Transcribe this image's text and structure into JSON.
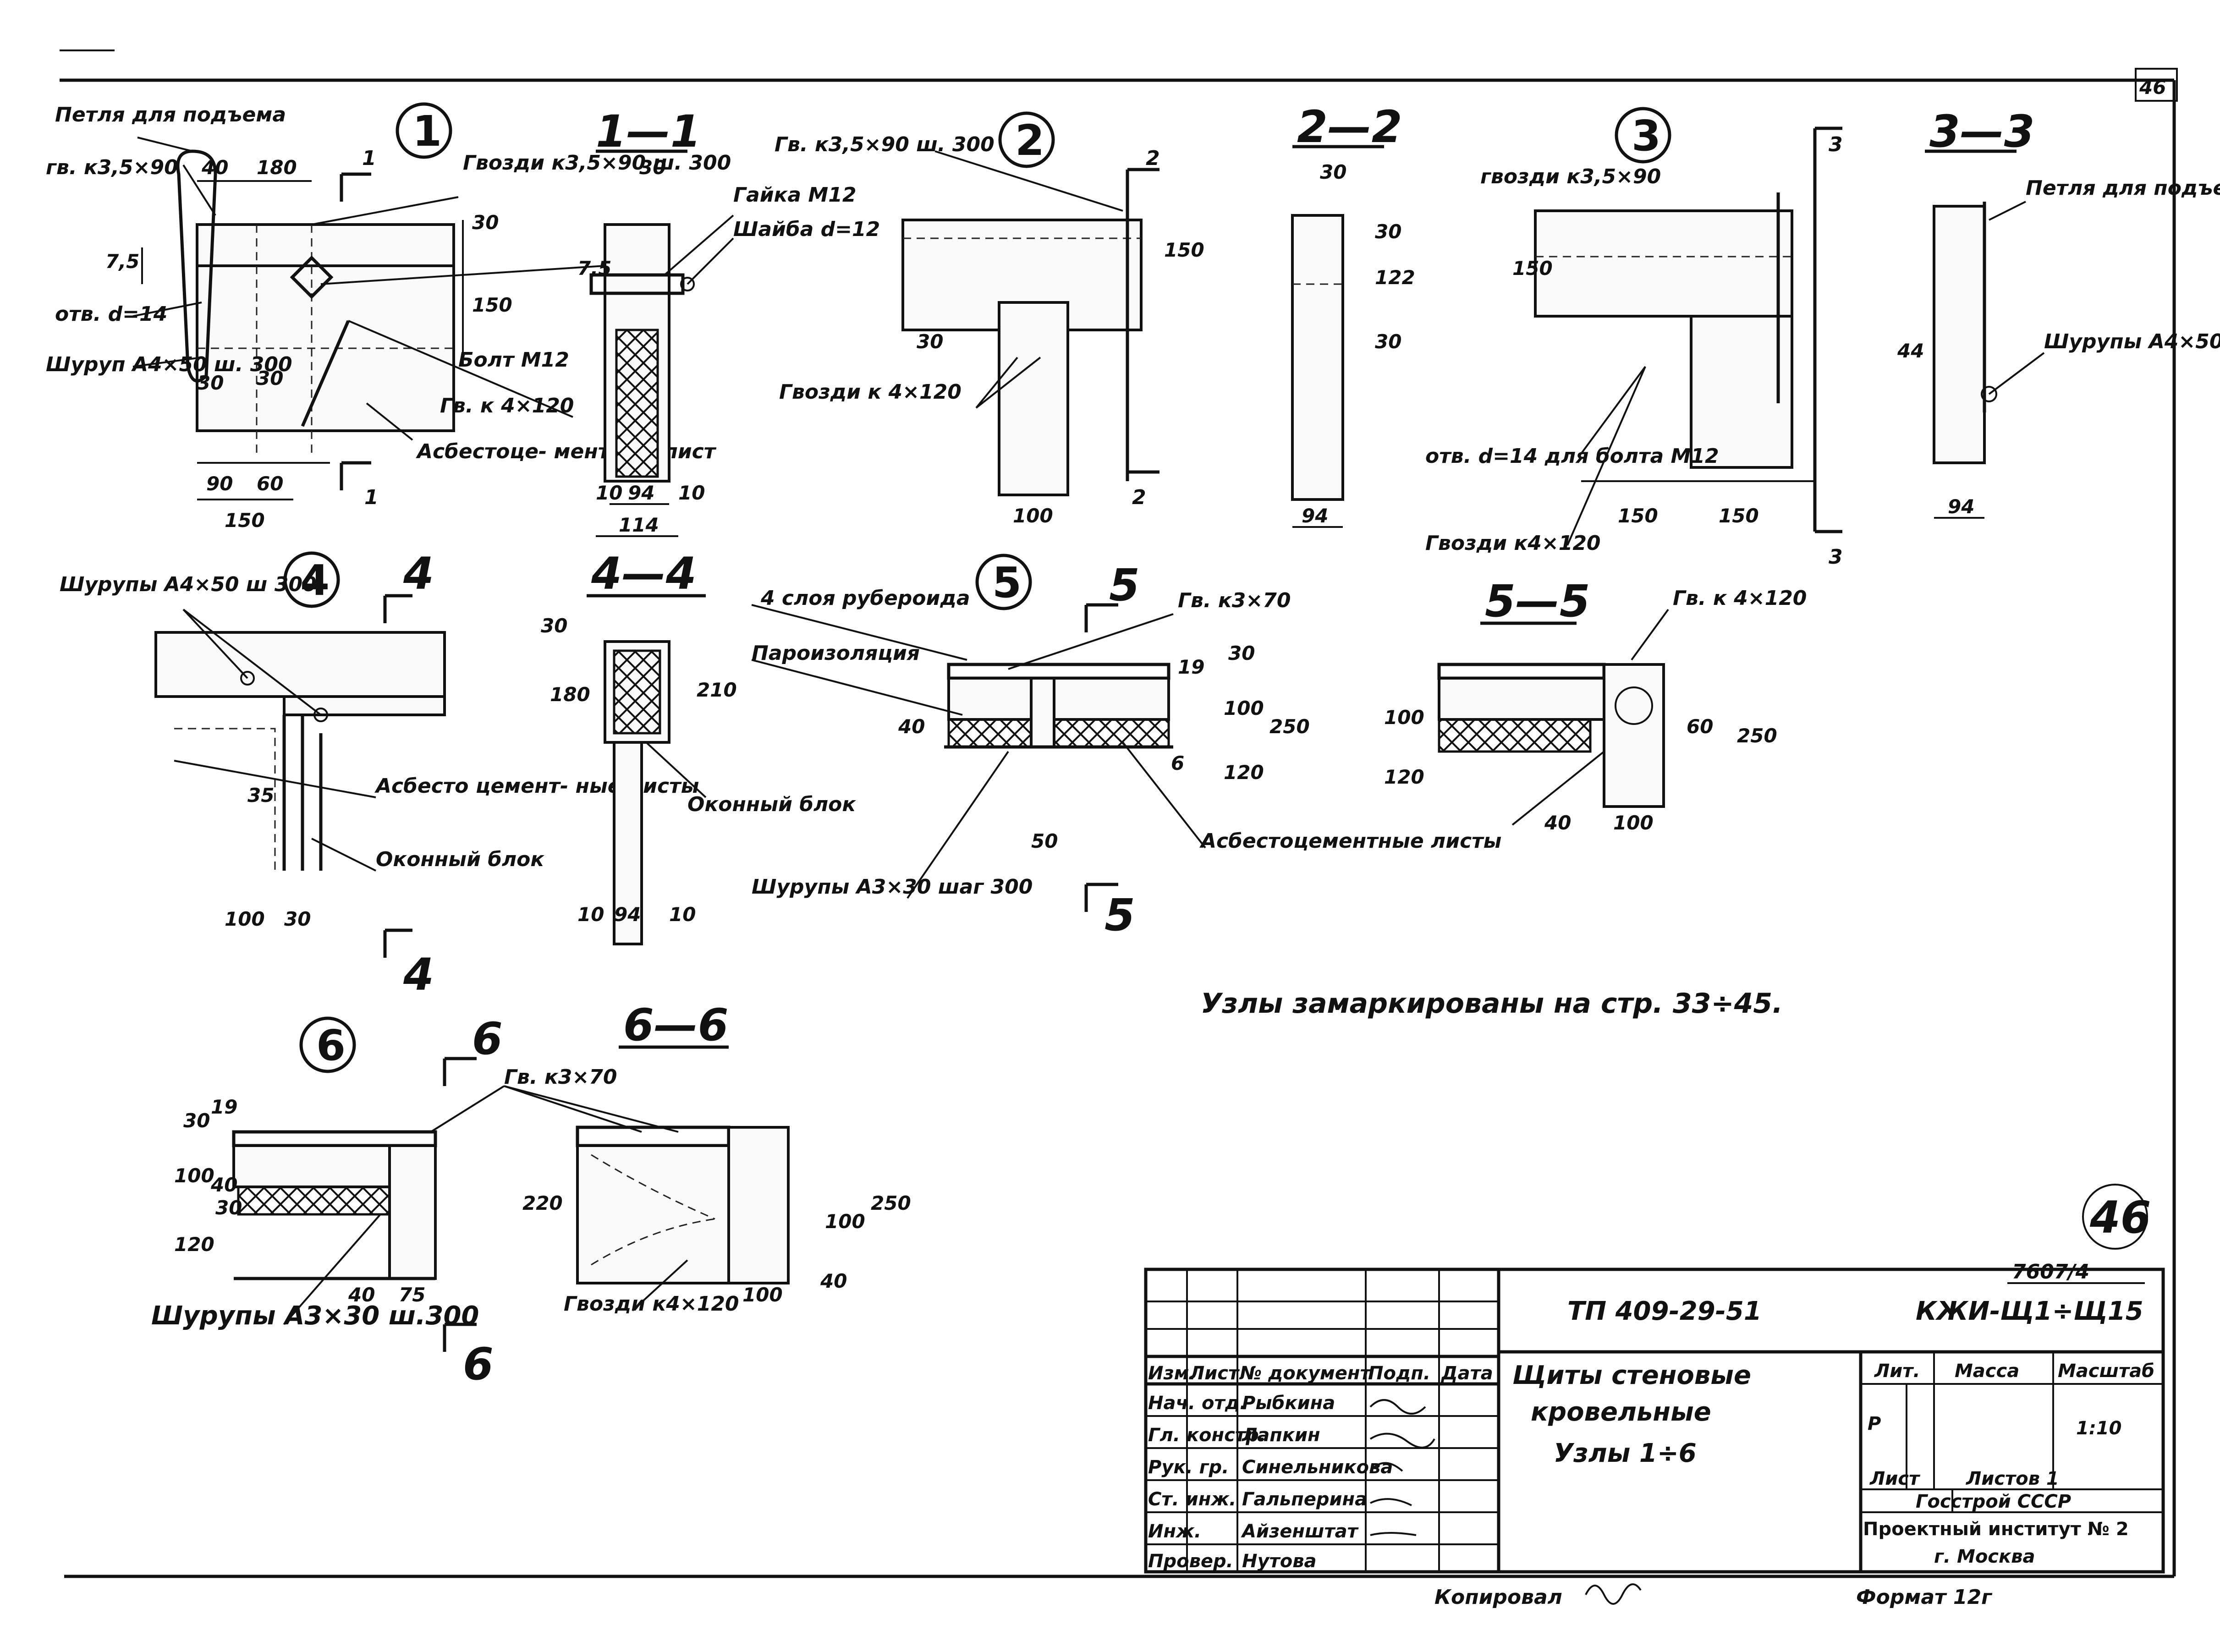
{
  "sheet": {
    "corner_mark": "46",
    "sheet_number": "46",
    "album_code": "7607/4",
    "note": "Узлы замаркированы на стр. 33÷45.",
    "copied_by": "Копировал",
    "format": "Формат 12г"
  },
  "nodes": {
    "n1": "1",
    "n2": "2",
    "n3": "3",
    "n4": "4",
    "n5": "5",
    "n6": "6"
  },
  "sections": {
    "s1": "1—1",
    "s2": "2—2",
    "s3": "3—3",
    "s4": "4—4",
    "s5": "5—5",
    "s6": "6—6"
  },
  "cut_marks": {
    "c1a": "1",
    "c1b": "1",
    "c2a": "2",
    "c2b": "2",
    "c3a": "3",
    "c3b": "3",
    "c4a": "4",
    "c4b": "4",
    "c5a": "5",
    "c5b": "5",
    "c6a": "6",
    "c6b": "6"
  },
  "labels": {
    "petlya_1": "Петля для подъема",
    "gv_35x90_1": "гв. к3,5×90",
    "gvozdi_1": "Гвозди к3,5×90 ш. 300",
    "otv_14": "отв. d=14",
    "shurup_1": "Шуруп А4×50 ш. 300",
    "bolt": "Болт М12",
    "gv_4x120_1": "Гв. к 4×120",
    "asbest_1": "Асбестоце- ментный лист",
    "gayka": "Гайка М12",
    "shayba": "Шайба d=12",
    "gv_2": "Гв. к3,5×90 ш. 300",
    "gvozdi_2": "Гвозди к 4×120",
    "gvozdi_3": "гвозди к3,5×90",
    "otv_3": "отв. d=14 для болта М12",
    "gvozdi_3b": "Гвозди к4×120",
    "petlya_3": "Петля для подъема",
    "shurupy_3": "Шурупы А4×50",
    "shurupy_4": "Шурупы А4×50 ш 300",
    "asbest_4": "Асбесто цемент- ные листы",
    "okonny_4": "Оконный блок",
    "okonny_44": "Оконный блок",
    "ruberoid": "4 слоя рубероида",
    "paroiz": "Пароизоляция",
    "gv_3x70_5": "Гв. к3×70",
    "shurupy_5": "Шурупы А3×30 шаг 300",
    "asbest_5": "Асбестоцементные листы",
    "gv_4x120_5": "Гв. к 4×120",
    "gv_3x70_6": "Гв. к3×70",
    "shurupy_6": "Шурупы А3×30 ш.300",
    "gvozdi_6": "Гвозди к4×120"
  },
  "dims": {
    "d40": "40",
    "d180": "180",
    "d30a": "30",
    "d75a": "7,5",
    "d150a": "150",
    "d75b": "7,5",
    "d30b": "30",
    "d30c": "30",
    "d90": "90",
    "d60": "60",
    "d150b": "150",
    "d30s1": "30",
    "d10a": "10",
    "d94a": "94",
    "d10b": "10",
    "d114": "114",
    "d150c": "150",
    "d30d": "30",
    "d100a": "100",
    "d30e": "30",
    "d94b": "94",
    "d30f": "30",
    "d122": "122",
    "d30g": "30",
    "d94c": "94",
    "d150d": "150",
    "d150e": "150",
    "d150f": "150",
    "d44": "44",
    "d94d": "94",
    "d180b": "180",
    "d210": "210",
    "d30h": "30",
    "d35": "35",
    "d100b": "100",
    "d30i": "30",
    "d10c": "10",
    "d94e": "94",
    "d10d": "10",
    "d19a": "19",
    "d30j": "30",
    "d100c": "100",
    "d120a": "120",
    "d250a": "250",
    "d40b": "40",
    "d50": "50",
    "d6": "6",
    "d100d": "100",
    "d120b": "120",
    "d60b": "60",
    "d250b": "250",
    "d40c": "40",
    "d100e": "100",
    "d19b": "19",
    "d30k": "30",
    "d100f": "100",
    "d40d": "40",
    "d30l": "30",
    "d120c": "120",
    "d40e": "40",
    "d75c": "75",
    "d220": "220",
    "d100g": "100",
    "d250c": "250",
    "d40f": "40",
    "d100h": "100"
  },
  "title_block": {
    "project": "ТП 409-29-51",
    "mark": "КЖИ-Щ1÷Щ15",
    "title_l1": "Щиты стеновые",
    "title_l2": "кровельные",
    "title_l3": "Узлы 1÷6",
    "hdr_izm": "Изм.",
    "hdr_list": "Лист",
    "hdr_doc": "№ документ",
    "hdr_podp": "Подп.",
    "hdr_data": "Дата",
    "r1_role": "Нач. отд.",
    "r1_name": "Рыбкина",
    "r2_role": "Гл. констр.",
    "r2_name": "Лапкин",
    "r3_role": "Рук. гр.",
    "r3_name": "Синельникова",
    "r4_role": "Ст. инж.",
    "r4_name": "Гальперина",
    "r5_role": "Инж.",
    "r5_name": "Айзенштат",
    "r6_role": "Провер.",
    "r6_name": "Нутова",
    "lit_hdr": "Лит.",
    "mass_hdr": "Масса",
    "scale_hdr": "Масштаб",
    "lit_val": "Р",
    "scale_val": "1:10",
    "list_hdr": "Лист",
    "listov_hdr": "Листов 1",
    "org_l1": "Госстрой СССР",
    "org_l2": "Проектный институт № 2",
    "org_l3": "г. Москва"
  }
}
